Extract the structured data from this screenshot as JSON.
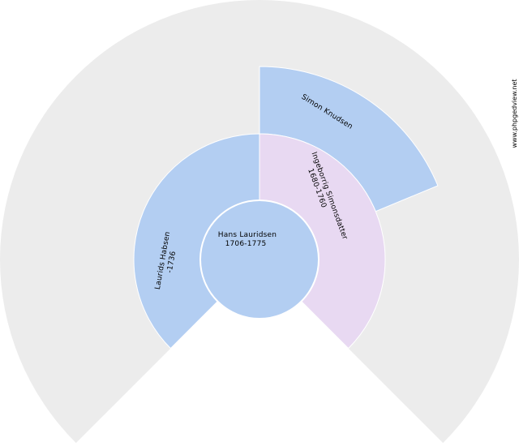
{
  "watermark": "www.phpgedview.net",
  "colors": {
    "background_ring": "#ececec",
    "male": "#b3cef2",
    "female": "#e8d9f2",
    "border": "#ffffff"
  },
  "root": {
    "name": "Hans Lauridsen",
    "dates": "1706-1775"
  },
  "generation1": [
    {
      "name": "Laurids Habsen",
      "dates": "-1736",
      "sex": "male"
    },
    {
      "name": "Ingeborrig Simonsdatter",
      "dates": "1680-1760",
      "sex": "female"
    }
  ],
  "generation2": [
    {
      "name": "Simon Knudsen",
      "dates": "",
      "sex": "male"
    }
  ]
}
